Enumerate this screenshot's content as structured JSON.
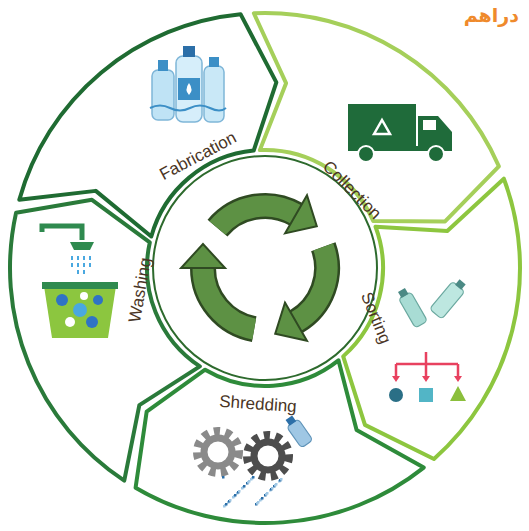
{
  "diagram": {
    "nodes": [
      {
        "text": [
          "Fabrication"
        ]
      },
      {
        "text": [
          "Collection"
        ]
      },
      {
        "text": [
          "Sorting"
        ]
      },
      {
        "text": [
          "Shredding"
        ]
      },
      {
        "text": [
          "Washing"
        ]
      }
    ],
    "labels": [
      "دراهم"
    ]
  }
}
